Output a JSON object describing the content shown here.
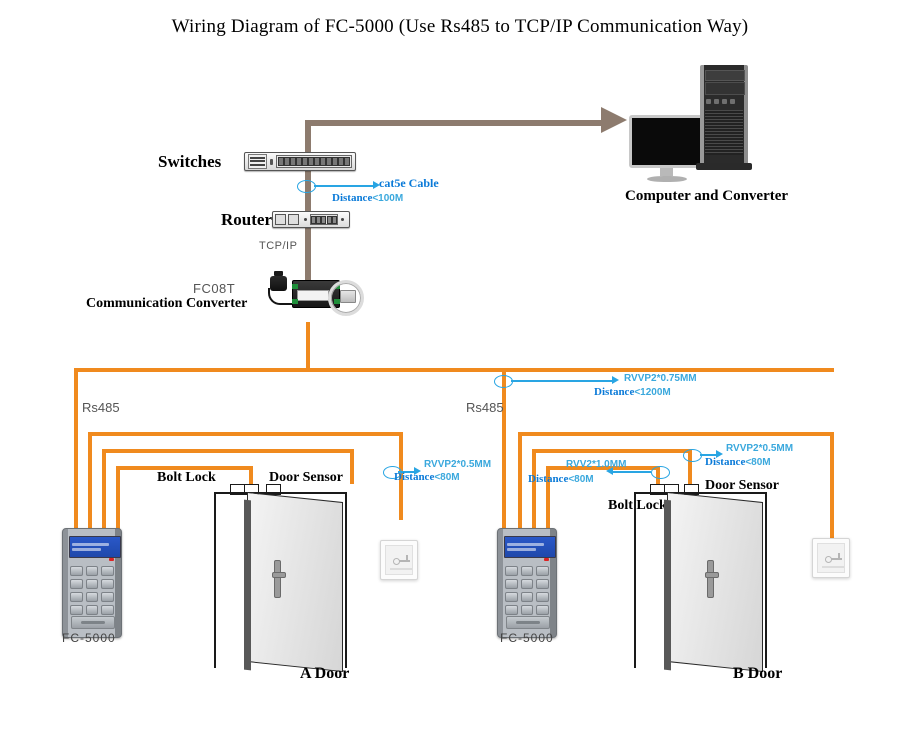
{
  "title": "Wiring Diagram of FC-5000 (Use Rs485 to TCP/IP Communication Way)",
  "labels": {
    "switches": "Switches",
    "router": "Router",
    "tcpip": "TCP/IP",
    "converter_model": "FC08T",
    "converter_name": "Communication Converter",
    "computer": "Computer and Converter",
    "rs485_left": "Rs485",
    "rs485_right": "Rs485",
    "bolt_lock_left": "Bolt Lock",
    "door_sensor_left": "Door Sensor",
    "bolt_lock_right": "Bolt Lock",
    "door_sensor_right": "Door Sensor",
    "reader_left": "FC-5000",
    "reader_right": "FC-5000",
    "door_a": "A  Door",
    "door_b": "B  Door"
  },
  "cables": {
    "cat5e": {
      "spec": "cat5e Cable",
      "distance_label": "Distance",
      "distance_value": "<100M"
    },
    "rs485_trunk": {
      "spec": "RVVP2*0.75MM",
      "distance_label": "Distance",
      "distance_value": "<1200M"
    },
    "sensor_left": {
      "spec": "RVVP2*0.5MM",
      "distance_label": "Distance",
      "distance_value": "<80M"
    },
    "lock_right": {
      "spec": "RVV2*1.0MM",
      "distance_label": "Distance",
      "distance_value": "<80M"
    },
    "sensor_right": {
      "spec": "RVVP2*0.5MM",
      "distance_label": "Distance",
      "distance_value": "<80M"
    }
  },
  "colors": {
    "wire_rs485": "#f08a1e",
    "wire_tcpip": "#8d7b6e",
    "annotation": "#29a5e3",
    "annotation_bold": "#0a7ad8",
    "background": "#ffffff"
  },
  "icons": {
    "switch": "network-switch-icon",
    "router": "router-icon",
    "converter": "serial-converter-icon",
    "monitor": "monitor-icon",
    "tower": "pc-tower-icon",
    "reader": "fc5000-keypad-reader-icon",
    "exit_button": "exit-button-icon",
    "door": "door-icon"
  }
}
